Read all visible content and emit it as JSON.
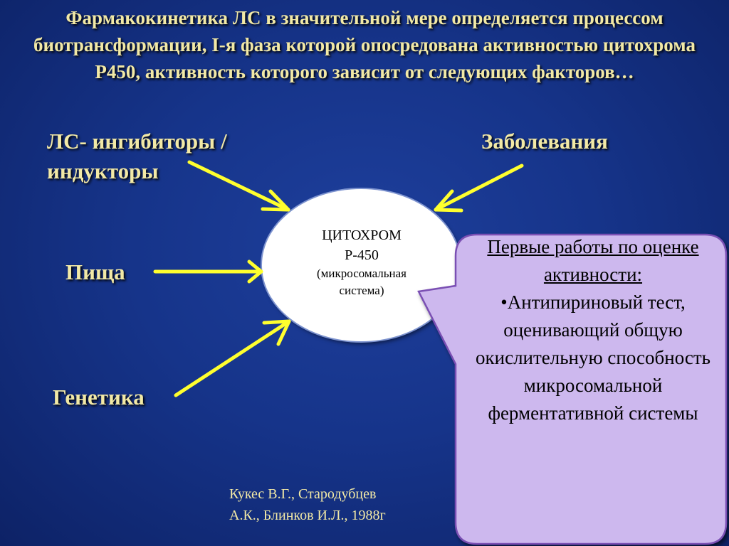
{
  "title": "Фармакокинетика ЛС в значительной мере определяется процессом биотрансформации, I-я фаза которой опосредована активностью цитохрома Р450, активность которого зависит от следующих факторов…",
  "factors": {
    "drugs_line1": "ЛС- ингибиторы /",
    "drugs_line2": "индукторы",
    "diseases": "Заболевания",
    "food": "Пища",
    "genetics": "Генетика"
  },
  "center": {
    "line1": "ЦИТОХРОМ",
    "line2": "Р-450",
    "line3": "(микросомальная",
    "line4": "система)"
  },
  "callout": {
    "heading": "Первые работы по оценке активности:",
    "body": "•Антипириновый тест, оценивающий общую окислительную способность микросомальной ферментативной системы"
  },
  "citation": {
    "line1": "Кукес В.Г., Стародубцев",
    "line2": "А.К., Блинков И.Л., 1988г"
  },
  "colors": {
    "background": "#16348a",
    "text": "#f2e9a6",
    "arrow": "#ffff2e",
    "callout_fill": "#cdb8ee",
    "callout_border": "#7a4fb3"
  }
}
